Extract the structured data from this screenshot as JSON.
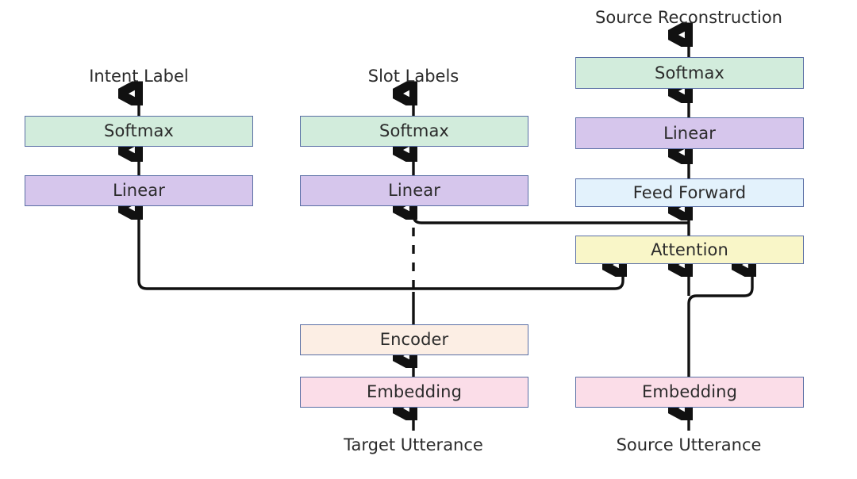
{
  "figure": {
    "title": "Joint intent detection, slot filling and source reconstruction network diagram",
    "colors": {
      "softmax": "#d2ecdc",
      "linear": "#d6c6ec",
      "feed_forward": "#e3f2fc",
      "attention": "#f9f6c8",
      "encoder": "#fceee4",
      "embedding": "#fbdde8",
      "border": "#5a6fa5",
      "wire": "#111111",
      "text": "#2b2b2b"
    }
  },
  "captions": {
    "intent_label": "Intent Label",
    "slot_labels": "Slot Labels",
    "source_reconstruction": "Source Reconstruction",
    "target_utterance": "Target Utterance",
    "source_utterance": "Source Utterance"
  },
  "nodes": {
    "left_softmax": "Softmax",
    "left_linear": "Linear",
    "mid_softmax": "Softmax",
    "mid_linear": "Linear",
    "right_softmax": "Softmax",
    "right_linear": "Linear",
    "feed_forward": "Feed Forward",
    "attention": "Attention",
    "encoder": "Encoder",
    "target_embedding": "Embedding",
    "source_embedding": "Embedding"
  }
}
